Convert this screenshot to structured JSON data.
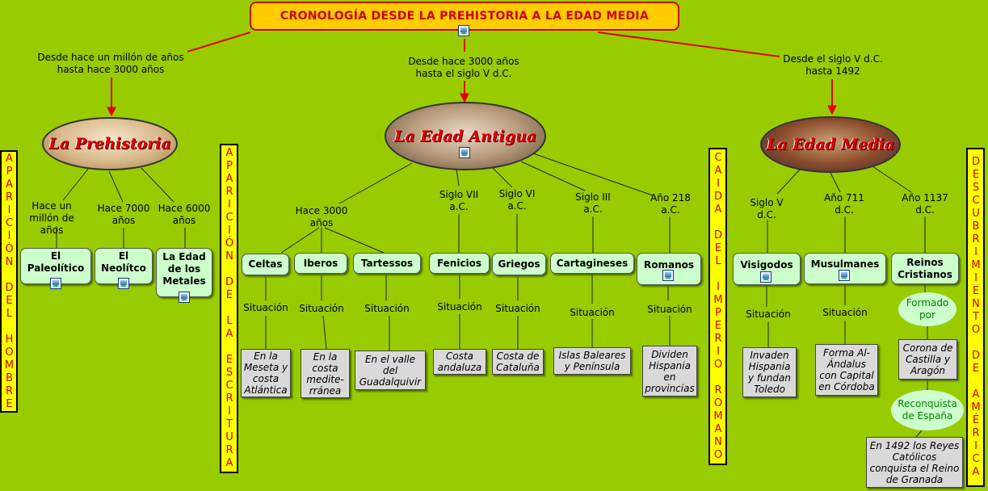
{
  "title": "CRONOLOGÍA DESDE LA PREHISTORIA A LA EDAD MEDIA",
  "links": {
    "prehistoria": "Desde hace un millón de años hasta hace 3000 años",
    "antigua": "Desde hace 3000 años hasta el siglo V d.C.",
    "media": "Desde el siglo V d.C. hasta 1492"
  },
  "eras": {
    "prehistoria": "La Prehistoria",
    "antigua": "La Edad Antigua",
    "media": "La Edad Media"
  },
  "vertical_bars": {
    "bar1": "APARICIÓN DEL HOMBRE",
    "bar2": "APARICIÓN DE LA ESCRITURA",
    "bar3": "CAIDA DEL IMPERIO ROMANO",
    "bar4": "DESCUBRIMIENTO DE AMÉRICA"
  },
  "prehistoria": {
    "periods": [
      {
        "time": "Hace un millón de años",
        "name": "El Paleolítico"
      },
      {
        "time": "Hace 7000 años",
        "name": "El Neolítco"
      },
      {
        "time": "Hace 6000 años",
        "name": "La Edad de los Metales"
      }
    ]
  },
  "antigua": {
    "hace3000": "Hace 3000 años",
    "siglo7": "Siglo VII a.C.",
    "siglo6": "Siglo VI a.C.",
    "siglo3": "Siglo III a.C.",
    "ano218": "Año 218 a.C.",
    "peoples": [
      {
        "name": "Celtas",
        "situacion": "Situación",
        "desc": "En la Meseta y costa Atlántica"
      },
      {
        "name": "Iberos",
        "situacion": "Situación",
        "desc": "En la costa medite-rránea"
      },
      {
        "name": "Tartessos",
        "situacion": "Situación",
        "desc": "En el valle del Guadalquivir"
      },
      {
        "name": "Fenicios",
        "situacion": "Situación",
        "desc": "Costa andaluza"
      },
      {
        "name": "Griegos",
        "situacion": "Situación",
        "desc": "Costa de Cataluña"
      },
      {
        "name": "Cartagineses",
        "situacion": "Situación",
        "desc": "Islas Baleares y Península"
      },
      {
        "name": "Romanos",
        "situacion": "Situación",
        "desc": "Dividen Hispania en provincias"
      }
    ]
  },
  "media": {
    "times": [
      "Siglo V d.C.",
      "Año 711 d.C.",
      "Año 1137 d.C."
    ],
    "peoples": [
      {
        "name": "Visigodos",
        "situacion": "Situación",
        "desc": "Invaden Hispania y fundan Toledo"
      },
      {
        "name": "Musulmanes",
        "situacion": "Situación",
        "desc": "Forma Al-Ándalus con Capital en Córdoba"
      },
      {
        "name": "Reinos Cristianos"
      }
    ],
    "formado_por": "Formado por",
    "corona": "Corona de Castilla y Aragón",
    "reconquista": "Reconquista de España",
    "reyes": "En 1492 los Reyes Católicos conquista el Reino de Granada"
  },
  "colors": {
    "background": "#99cc00",
    "title_bg": "#ffcc00",
    "title_text": "#cc0000",
    "arrow": "#e00000",
    "box": "#ccffcc",
    "desc_box": "#d9d9d9",
    "vbar": "#ffff00"
  },
  "icons": [
    "image-icon"
  ]
}
